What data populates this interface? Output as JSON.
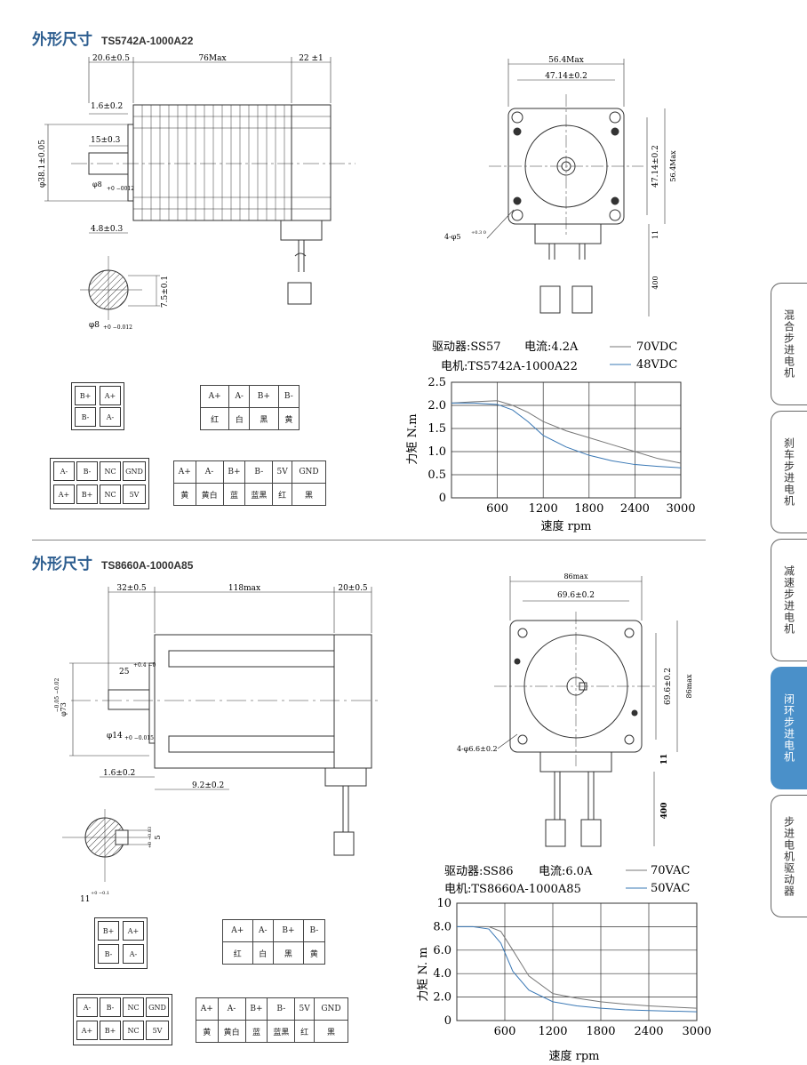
{
  "section1": {
    "title": "外形尺寸",
    "model": "TS5742A-1000A22"
  },
  "section2": {
    "title": "外形尺寸",
    "model": "TS8660A-1000A85"
  },
  "drawing1": {
    "side": {
      "dim_left": "20.6±0.5",
      "dim_body": "76Max",
      "dim_right": "22 ±1",
      "dim_flange": "1.6±0.2",
      "dim_shaft": "15±0.3",
      "dim_dia": "φ38.1±0.05",
      "dim_shaftdia": "φ8",
      "tol_shaftdia": "+0 −0012",
      "dim_bottom": "4.8±0.3"
    },
    "shaft": {
      "dim_flat": "7.5±0.1",
      "dim_dia": "φ8",
      "tol_dia": "+0 −0.012"
    },
    "front": {
      "dim_w": "56.4Max",
      "dim_hole": "47.14±0.2",
      "dim_hole_v": "47.14±0.2",
      "dim_h": "56.4Max",
      "dim_holes": "4-φ5",
      "tol_holes": "+0.3 0",
      "dim_11": "11",
      "dim_400": "400"
    }
  },
  "drawing2": {
    "side": {
      "dim_left": "32±0.5",
      "dim_body": "118max",
      "dim_right": "20±0.5",
      "dim_shaft": "25",
      "tol_shaft": "+0.4 −0",
      "dim_dia": "φ73",
      "tol_dia": "−0.05 −0.02",
      "dim_shaftdia": "φ14",
      "tol_shaftdia": "+0 −0.015",
      "dim_flange": "1.6±0.2",
      "dim_92": "9.2±0.2"
    },
    "shaft": {
      "dim_key": "5",
      "tol_key": "+0 −0.03",
      "dim_11": "11",
      "tol_11": "+0 −0.1"
    },
    "front": {
      "dim_w": "86max",
      "dim_hole": "69.6±0.2",
      "dim_hole_v": "69.6±0.2",
      "dim_h": "86max",
      "dim_holes": "4-φ6.6±0.2",
      "dim_11": "11",
      "dim_400": "400"
    }
  },
  "wiring1": {
    "conn4": [
      [
        "B+",
        "A+"
      ],
      [
        "B-",
        "A-"
      ]
    ],
    "table4": {
      "row1": [
        "A+",
        "A-",
        "B+",
        "B-"
      ],
      "row2": [
        "红",
        "白",
        "黑",
        "黄"
      ]
    },
    "conn8": [
      [
        "A-",
        "B-",
        "NC",
        "GND"
      ],
      [
        "A+",
        "B+",
        "NC",
        "5V"
      ]
    ],
    "table6": {
      "row1": [
        "A+",
        "A-",
        "B+",
        "B-",
        "5V",
        "GND"
      ],
      "row2": [
        "黄",
        "黄白",
        "蓝",
        "蓝黑",
        "红",
        "黑"
      ]
    }
  },
  "wiring2": {
    "conn4": [
      [
        "B+",
        "A+"
      ],
      [
        "B-",
        "A-"
      ]
    ],
    "table4": {
      "row1": [
        "A+",
        "A-",
        "B+",
        "B-"
      ],
      "row2": [
        "红",
        "白",
        "黑",
        "黄"
      ]
    },
    "conn8": [
      [
        "A-",
        "B-",
        "NC",
        "GND"
      ],
      [
        "A+",
        "B+",
        "NC",
        "5V"
      ]
    ],
    "table6": {
      "row1": [
        "A+",
        "A-",
        "B+",
        "B-",
        "5V",
        "GND"
      ],
      "row2": [
        "黄",
        "黄白",
        "蓝",
        "蓝黑",
        "红",
        "黑"
      ]
    }
  },
  "chart_data": [
    {
      "type": "line",
      "driver_label": "驱动器:SS57",
      "current_label": "电流:4.2A",
      "motor_label": "电机:TS5742A-1000A22",
      "xlabel": "速度 rpm",
      "ylabel": "力矩 N.m",
      "xlim": [
        0,
        3000
      ],
      "ylim": [
        0,
        2.5
      ],
      "xticks": [
        "600",
        "1200",
        "1800",
        "2400",
        "3000"
      ],
      "yticks": [
        "0",
        "0.5",
        "1.0",
        "1.5",
        "2.0",
        "2.5"
      ],
      "series": [
        {
          "name": "70VDC",
          "color": "#777777",
          "x": [
            0,
            300,
            600,
            800,
            1000,
            1200,
            1500,
            1800,
            2100,
            2400,
            2700,
            3000
          ],
          "values": [
            2.05,
            2.08,
            2.1,
            2.0,
            1.85,
            1.65,
            1.45,
            1.3,
            1.15,
            1.0,
            0.85,
            0.75
          ]
        },
        {
          "name": "48VDC",
          "color": "#3a78b5",
          "x": [
            0,
            300,
            600,
            800,
            1000,
            1200,
            1500,
            1800,
            2100,
            2400,
            2700,
            3000
          ],
          "values": [
            2.05,
            2.05,
            2.02,
            1.9,
            1.65,
            1.35,
            1.1,
            0.92,
            0.8,
            0.72,
            0.68,
            0.65
          ]
        }
      ],
      "grid": true
    },
    {
      "type": "line",
      "driver_label": "驱动器:SS86",
      "current_label": "电流:6.0A",
      "motor_label": "电机:TS8660A-1000A85",
      "xlabel": "速度 rpm",
      "ylabel": "力矩 N. m",
      "xlim": [
        0,
        3000
      ],
      "ylim": [
        0,
        10
      ],
      "xticks": [
        "600",
        "1200",
        "1800",
        "2400",
        "3000"
      ],
      "yticks": [
        "0",
        "2.0",
        "4.0",
        "6.0",
        "8.0",
        "10"
      ],
      "series": [
        {
          "name": "70VAC",
          "color": "#777777",
          "x": [
            0,
            200,
            400,
            550,
            700,
            900,
            1200,
            1500,
            1800,
            2100,
            2400,
            2700,
            3000
          ],
          "values": [
            8.0,
            8.0,
            8.0,
            7.6,
            6.0,
            3.8,
            2.3,
            1.9,
            1.6,
            1.4,
            1.25,
            1.15,
            1.05
          ]
        },
        {
          "name": "50VAC",
          "color": "#3a78b5",
          "x": [
            0,
            200,
            400,
            550,
            700,
            900,
            1200,
            1500,
            1800,
            2100,
            2400,
            2700,
            3000
          ],
          "values": [
            8.0,
            8.0,
            7.8,
            6.6,
            4.2,
            2.6,
            1.6,
            1.25,
            1.05,
            0.92,
            0.85,
            0.8,
            0.75
          ]
        }
      ],
      "grid": true
    }
  ],
  "tabs": [
    {
      "label": "混合步进电机",
      "active": false
    },
    {
      "label": "刹车步进电机",
      "active": false
    },
    {
      "label": "减速步进电机",
      "active": false
    },
    {
      "label": "闭环步进电机",
      "active": true
    },
    {
      "label": "步进电机驱动器",
      "active": false
    }
  ]
}
